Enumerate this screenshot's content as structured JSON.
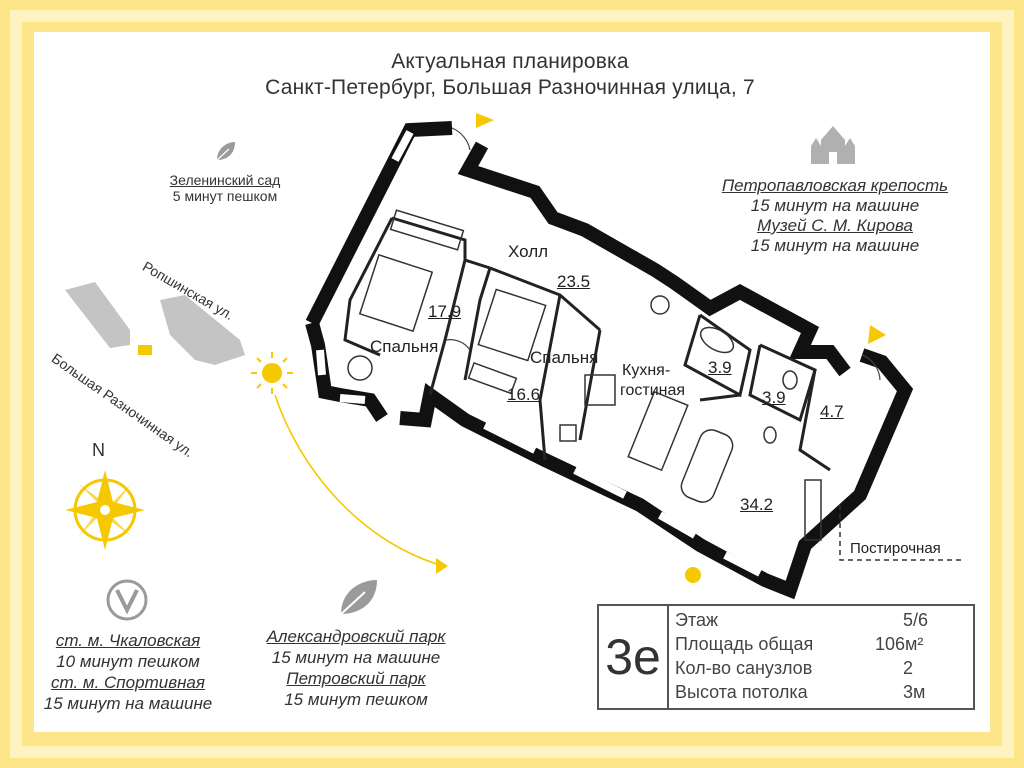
{
  "header": {
    "line1": "Актуальная планировка",
    "line2": "Санкт-Петербург, Большая Разночинная улица, 7"
  },
  "rooms": {
    "hall_label": "Холл",
    "hall_area": "23.5",
    "bedroom1_label": "Спальня",
    "bedroom1_area": "17.9",
    "bedroom2_label": "Спальня",
    "bedroom2_area": "16.6",
    "kitchen_label_1": "Кухня-",
    "kitchen_label_2": "гостиная",
    "kitchen_area": "34.2",
    "bath1_area": "3.9",
    "bath2_area": "3.9",
    "storage_area": "4.7",
    "laundry_label": "Постирочная"
  },
  "poi": {
    "garden_name": "Зеленинский сад",
    "garden_time": "5 минут пешком",
    "fortress_name": "Петропавловская крепость",
    "fortress_time": "15 минут на машине",
    "museum_name": "Музей С. М. Кирова",
    "museum_time": "15 минут на машине",
    "metro1_name": "ст. м. Чкаловская",
    "metro1_time": "10 минут пешком",
    "metro2_name": "ст. м. Спортивная",
    "metro2_time": "15 минут на машине",
    "park1_name": "Александровский парк",
    "park1_time": "15 минут на машине",
    "park2_name": "Петровский парк",
    "park2_time": "15 минут пешком"
  },
  "streets": {
    "street1": "Ропшинская ул.",
    "street2": "Большая Разночинная ул."
  },
  "compass": {
    "north": "N"
  },
  "info": {
    "code": "3е",
    "floor_label": "Этаж",
    "floor_value": "5/6",
    "area_label": "Площадь общая",
    "area_value": "106м²",
    "baths_label": "Кол-во санузлов",
    "baths_value": "2",
    "height_label": "Высота потолка",
    "height_value": "3м"
  },
  "colors": {
    "accent": "#fde58a",
    "sun": "#f5c800",
    "wall": "#111111"
  },
  "icons": [
    "leaf-icon",
    "church-icon",
    "metro-icon",
    "compass-icon",
    "sun-icon"
  ]
}
